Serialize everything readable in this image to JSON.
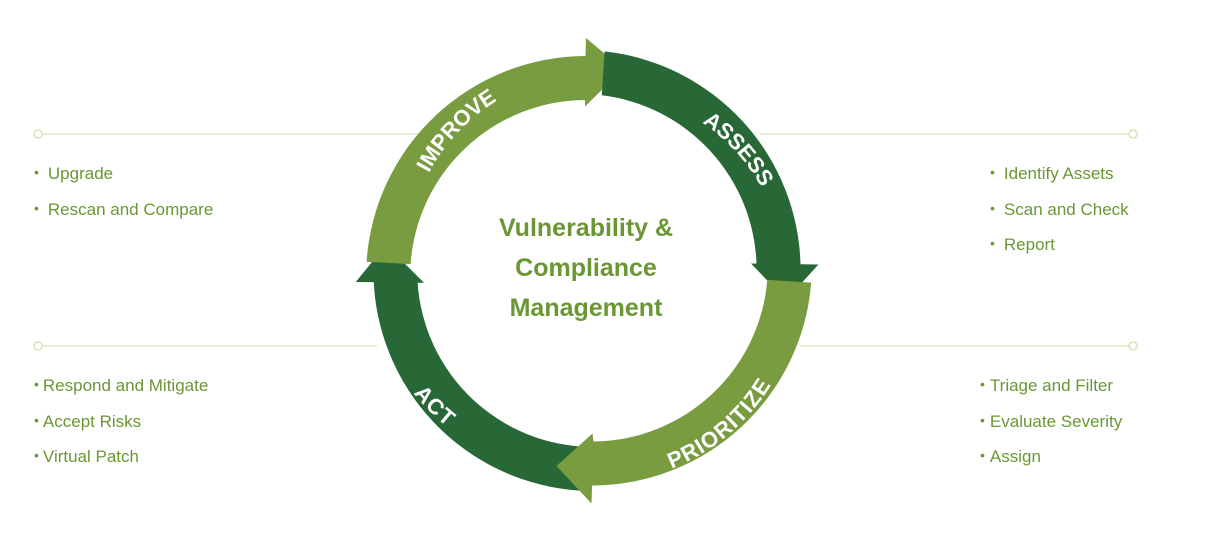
{
  "center_title": {
    "line1": "Vulnerability &",
    "line2": "Compliance",
    "line3": "Management"
  },
  "colors": {
    "dark_green": "#286837",
    "light_green": "#7a9c40",
    "text_green": "#6a9733",
    "connector_line": "#e8ebd2"
  },
  "stages": [
    {
      "name": "IMPROVE",
      "items": [
        "Upgrade",
        "Rescan and Compare"
      ]
    },
    {
      "name": "ASSESS",
      "items": [
        "Identify Assets",
        "Scan and Check",
        "Report"
      ]
    },
    {
      "name": "PRIORITIZE",
      "items": [
        "Triage and Filter",
        "Evaluate Severity",
        "Assign"
      ]
    },
    {
      "name": "ACT",
      "items": [
        "Respond and Mitigate",
        "Accept Risks",
        "Virtual Patch"
      ]
    }
  ]
}
